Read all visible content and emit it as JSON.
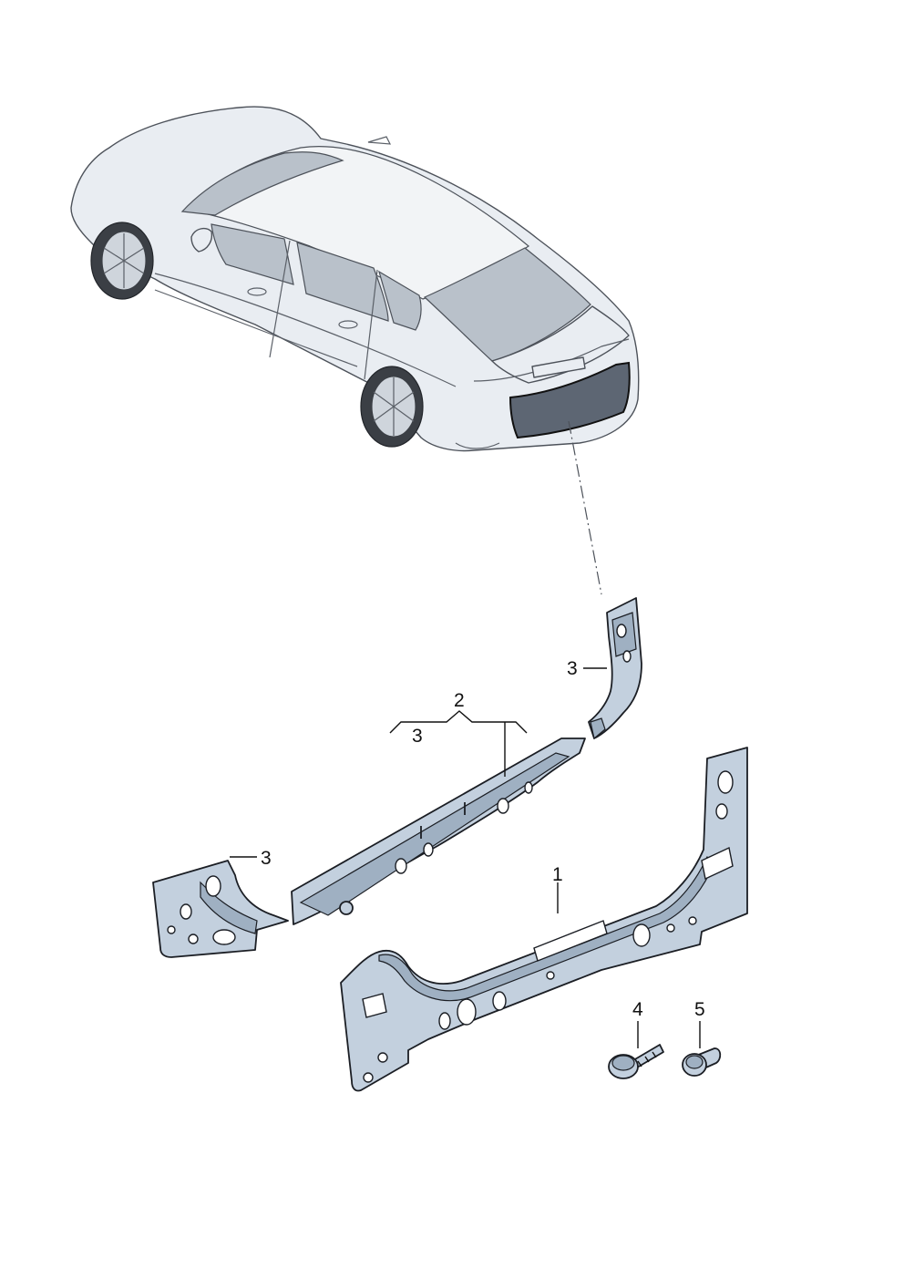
{
  "callouts": {
    "c1": "1",
    "c2": "2",
    "c3_upper_right": "3",
    "c3_bracket": "3",
    "c3_left": "3",
    "c4": "4",
    "c5": "5"
  }
}
